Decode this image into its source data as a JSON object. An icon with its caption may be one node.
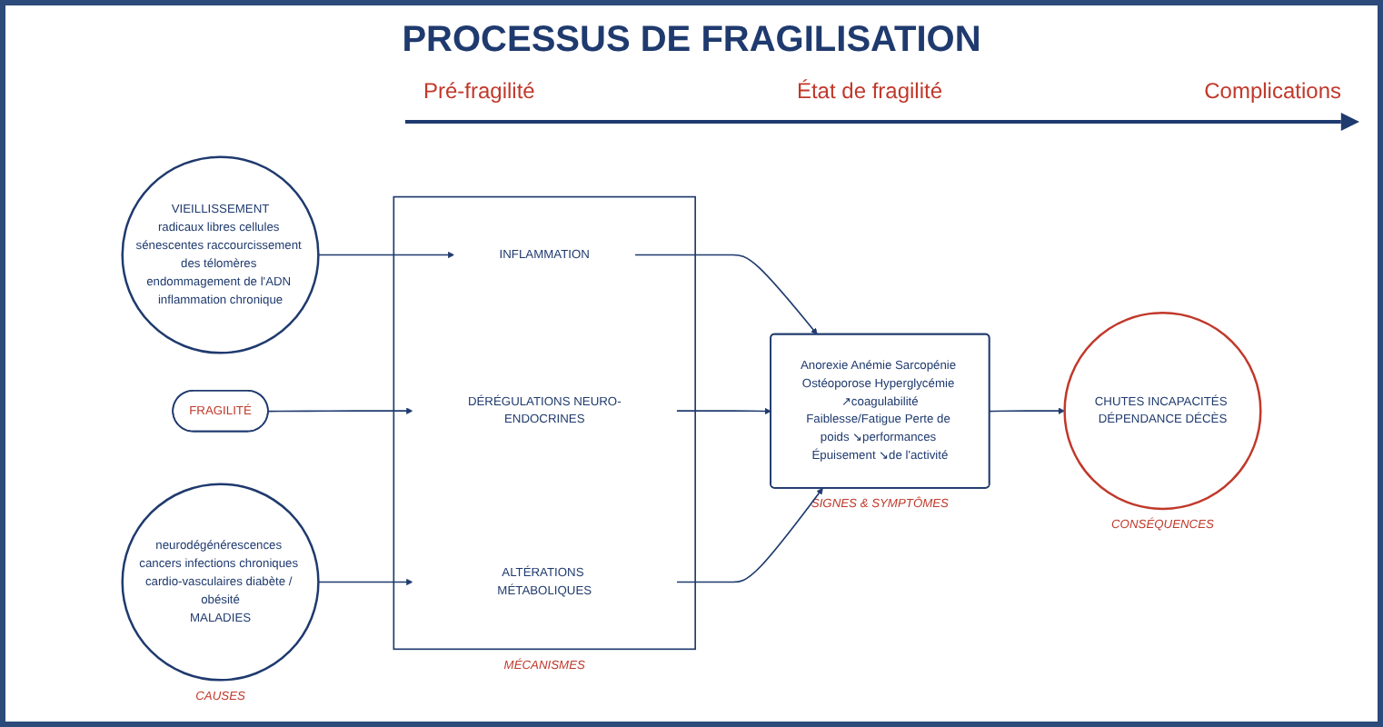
{
  "diagram": {
    "title": "PROCESSUS DE FRAGILISATION",
    "nodes": [
      {
        "text": [
          "VIEILLISSEMENT",
          "radicaux libres cellules sénescentes raccourcissement des télomères endommagement de l'ADN inflammation chronique"
        ]
      },
      {
        "text": [
          "FRAGILITÉ"
        ]
      },
      {
        "text": [
          "neurodégénérescences cancers infections chroniques cardio-vasculaires diabète / obésité",
          "MALADIES"
        ],
        "beside": [
          "CAUSES"
        ]
      },
      {
        "text": [],
        "shape": "box",
        "beside": [
          "MÉCANISMES"
        ]
      },
      {
        "text": [
          "INFLAMMATION"
        ],
        "in": 3
      },
      {
        "text": [
          "DÉRÉGULATIONS NEURO-ENDOCRINES"
        ],
        "in": 3
      },
      {
        "text": [
          "ALTÉRATIONS MÉTABOLIQUES"
        ],
        "in": 3
      },
      {
        "text": [
          "Anorexie Anémie Sarcopénie Ostéoporose Hyperglycémie ↗coagulabilité",
          "Faiblesse/Fatigue Perte de poids ↘performances Épuisement ↘de l'activité"
        ],
        "beside": [
          "SIGNES & SYMPTÔMES"
        ]
      },
      {
        "text": [
          "CHUTES INCAPACITÉS DÉPENDANCE DÉCÈS"
        ],
        "beside": [
          "CONSÉQUENCES"
        ]
      }
    ],
    "edges": [
      {
        "from": 0,
        "to": 4,
        "arrow": "to"
      },
      {
        "from": 1,
        "to": 5,
        "arrow": "to"
      },
      {
        "from": 2,
        "to": 6,
        "arrow": "to"
      },
      {
        "from": 4,
        "to": 7,
        "arrow": "to"
      },
      {
        "from": 5,
        "to": 7,
        "arrow": "to"
      },
      {
        "from": 6,
        "to": 7,
        "arrow": "to"
      },
      {
        "from": 7,
        "to": 8,
        "arrow": "to"
      }
    ],
    "labels": [
      "Pré-fragilité",
      "État de fragilité",
      "Complications"
    ]
  }
}
